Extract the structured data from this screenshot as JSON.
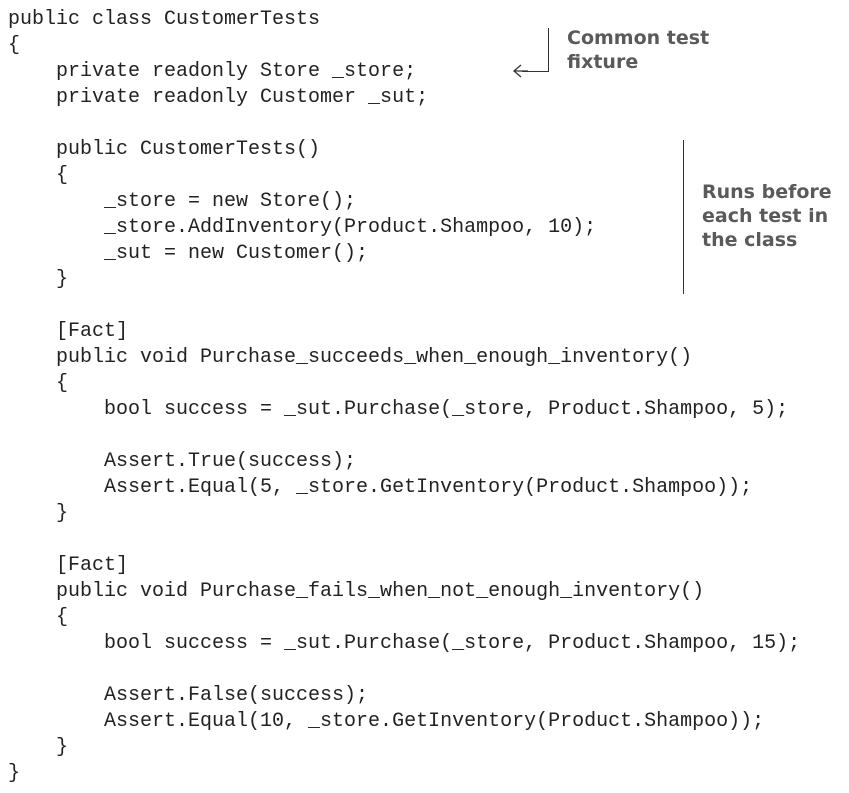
{
  "code": {
    "lines": [
      "public class CustomerTests",
      "{",
      "    private readonly Store _store;",
      "    private readonly Customer _sut;",
      "",
      "    public CustomerTests()",
      "    {",
      "        _store = new Store();",
      "        _store.AddInventory(Product.Shampoo, 10);",
      "        _sut = new Customer();",
      "    }",
      "",
      "    [Fact]",
      "    public void Purchase_succeeds_when_enough_inventory()",
      "    {",
      "        bool success = _sut.Purchase(_store, Product.Shampoo, 5);",
      "",
      "        Assert.True(success);",
      "        Assert.Equal(5, _store.GetInventory(Product.Shampoo));",
      "    }",
      "",
      "    [Fact]",
      "    public void Purchase_fails_when_not_enough_inventory()",
      "    {",
      "        bool success = _sut.Purchase(_store, Product.Shampoo, 15);",
      "",
      "        Assert.False(success);",
      "        Assert.Equal(10, _store.GetInventory(Product.Shampoo));",
      "    }",
      "}"
    ]
  },
  "annotations": {
    "fixture": {
      "lines": [
        "Common test",
        "fixture"
      ]
    },
    "constructor": {
      "lines": [
        "Runs before",
        "each test in",
        "the class"
      ]
    }
  },
  "colors": {
    "code_text": "#222222",
    "annotation_text": "#5a5a5a",
    "bracket": "#333333"
  }
}
